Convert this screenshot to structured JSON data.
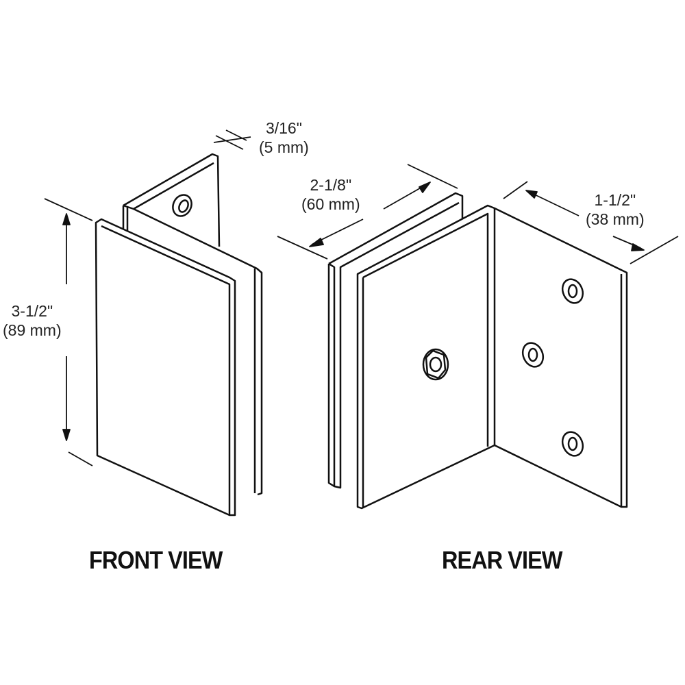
{
  "dimensions": {
    "thickness": {
      "imperial": "3/16\"",
      "metric": "(5 mm)"
    },
    "height": {
      "imperial": "3-1/2\"",
      "metric": "(89 mm)"
    },
    "depth": {
      "imperial": "2-1/8\"",
      "metric": "(60 mm)"
    },
    "width": {
      "imperial": "1-1/2\"",
      "metric": "(38 mm)"
    }
  },
  "views": {
    "front": "FRONT VIEW",
    "rear": "REAR VIEW"
  },
  "colors": {
    "line": "#111111",
    "background": "#ffffff"
  }
}
